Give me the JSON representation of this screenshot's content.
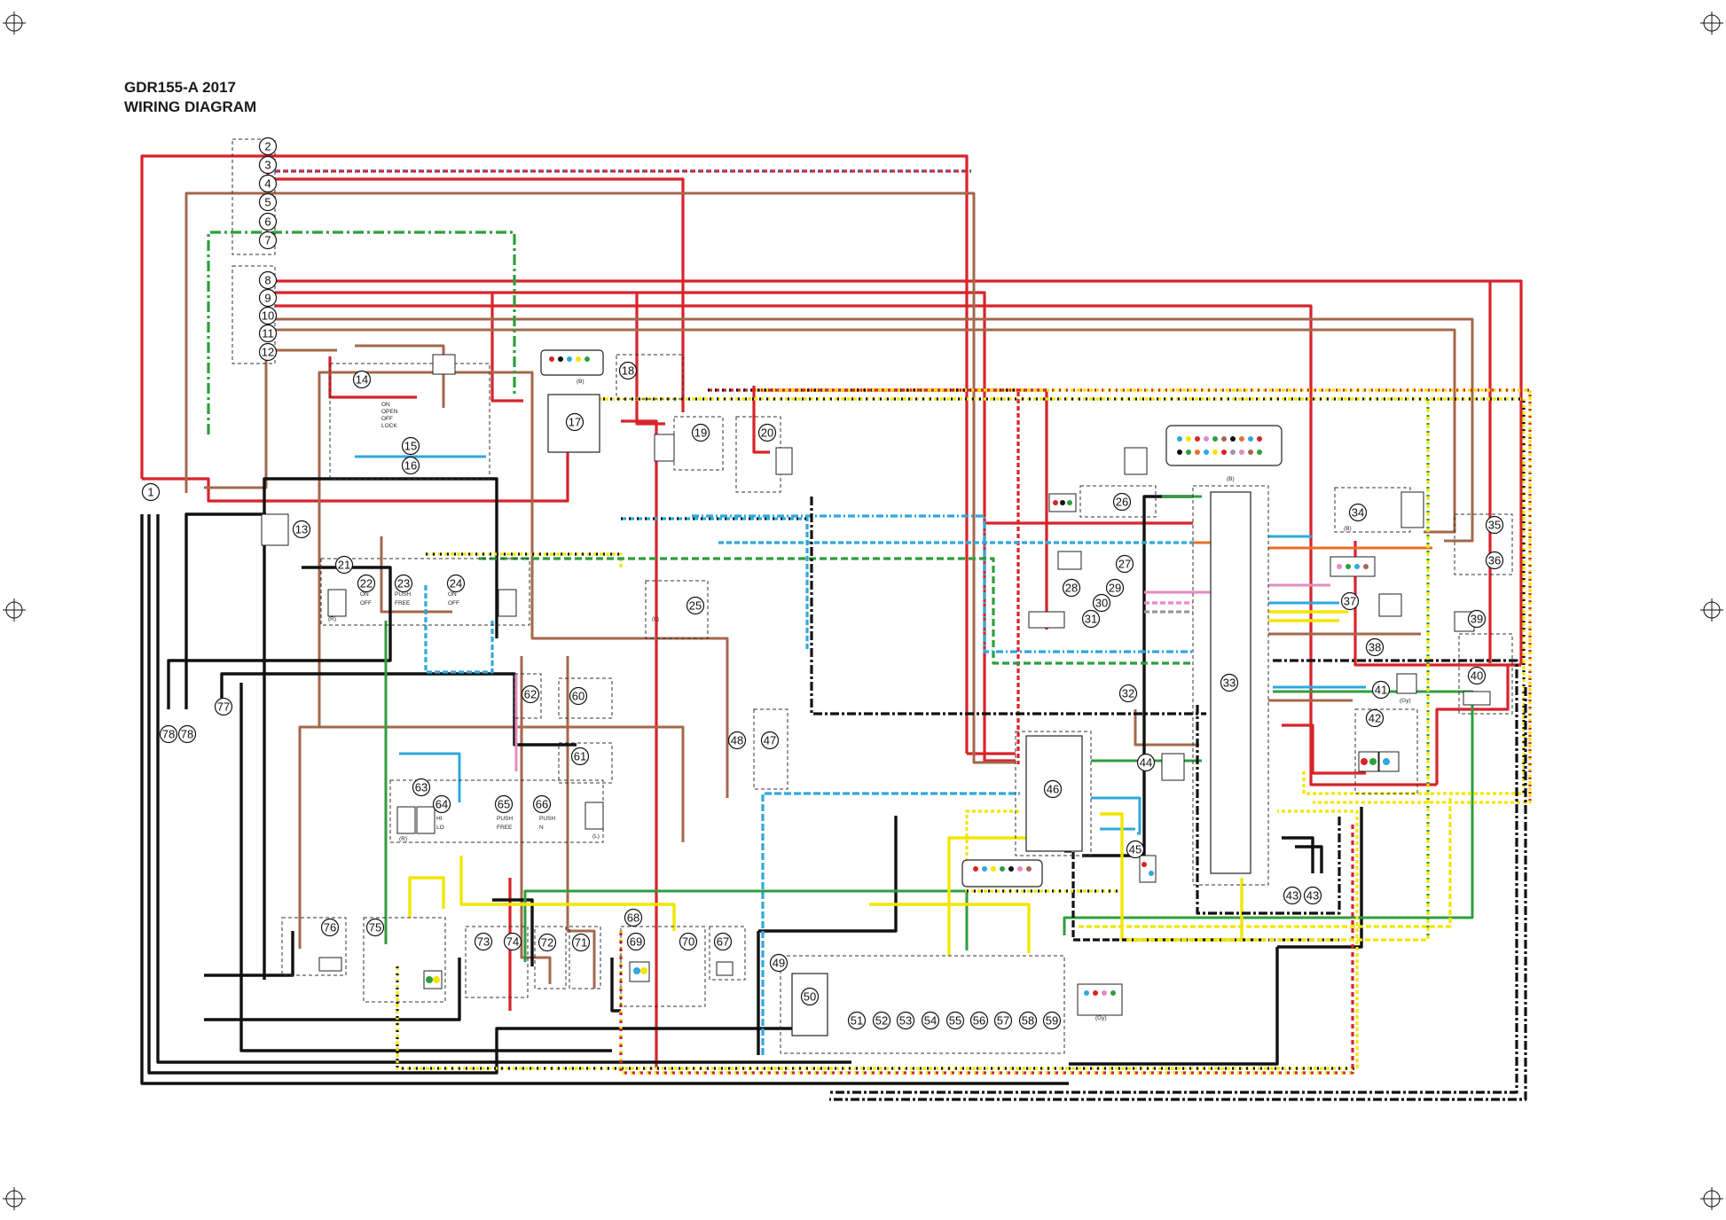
{
  "title": {
    "line1": "GDR155-A 2017",
    "line2": "WIRING DIAGRAM"
  },
  "colors": {
    "red": "#d8232a",
    "brown": "#a5674d",
    "black": "#111111",
    "blue": "#2fa8dc",
    "green": "#2e9e3c",
    "yellow": "#f2e600",
    "pink": "#e68ac3",
    "orange": "#e6702a",
    "gray": "#9b9b9b"
  },
  "components": [
    {
      "num": "1"
    },
    {
      "num": "2"
    },
    {
      "num": "3"
    },
    {
      "num": "4"
    },
    {
      "num": "5"
    },
    {
      "num": "6"
    },
    {
      "num": "7"
    },
    {
      "num": "8"
    },
    {
      "num": "9"
    },
    {
      "num": "10"
    },
    {
      "num": "11"
    },
    {
      "num": "12"
    },
    {
      "num": "13"
    },
    {
      "num": "14"
    },
    {
      "num": "15"
    },
    {
      "num": "16"
    },
    {
      "num": "17"
    },
    {
      "num": "18"
    },
    {
      "num": "19"
    },
    {
      "num": "20"
    },
    {
      "num": "21"
    },
    {
      "num": "22"
    },
    {
      "num": "23"
    },
    {
      "num": "24"
    },
    {
      "num": "25"
    },
    {
      "num": "26"
    },
    {
      "num": "27"
    },
    {
      "num": "28"
    },
    {
      "num": "29"
    },
    {
      "num": "30"
    },
    {
      "num": "31"
    },
    {
      "num": "32"
    },
    {
      "num": "33"
    },
    {
      "num": "34"
    },
    {
      "num": "35"
    },
    {
      "num": "36"
    },
    {
      "num": "37"
    },
    {
      "num": "38"
    },
    {
      "num": "39"
    },
    {
      "num": "40"
    },
    {
      "num": "41"
    },
    {
      "num": "42"
    },
    {
      "num": "43"
    },
    {
      "num": "43"
    },
    {
      "num": "44"
    },
    {
      "num": "45"
    },
    {
      "num": "46"
    },
    {
      "num": "47"
    },
    {
      "num": "48"
    },
    {
      "num": "49"
    },
    {
      "num": "50"
    },
    {
      "num": "51"
    },
    {
      "num": "52"
    },
    {
      "num": "53"
    },
    {
      "num": "54"
    },
    {
      "num": "55"
    },
    {
      "num": "56"
    },
    {
      "num": "57"
    },
    {
      "num": "58"
    },
    {
      "num": "59"
    },
    {
      "num": "60"
    },
    {
      "num": "61"
    },
    {
      "num": "62"
    },
    {
      "num": "63"
    },
    {
      "num": "64"
    },
    {
      "num": "65"
    },
    {
      "num": "66"
    },
    {
      "num": "67"
    },
    {
      "num": "68"
    },
    {
      "num": "69"
    },
    {
      "num": "70"
    },
    {
      "num": "71"
    },
    {
      "num": "72"
    },
    {
      "num": "73"
    },
    {
      "num": "74"
    },
    {
      "num": "75"
    },
    {
      "num": "76"
    },
    {
      "num": "77"
    },
    {
      "num": "78"
    },
    {
      "num": "78"
    }
  ],
  "switch_labels": {
    "main_switch": [
      "ON",
      "OPEN",
      "OFF",
      "LOCK"
    ],
    "sw22": [
      "ON",
      "OFF"
    ],
    "sw23": [
      "PUSH",
      "FREE"
    ],
    "sw24": [
      "ON",
      "OFF"
    ],
    "sw64": [
      "HI",
      "LO"
    ],
    "sw65": [
      "PUSH",
      "FREE"
    ],
    "sw66": [
      "PUSH",
      "N"
    ]
  },
  "connector_codes": [
    "(B)",
    "(L)",
    "(Gy)",
    "(R)"
  ]
}
